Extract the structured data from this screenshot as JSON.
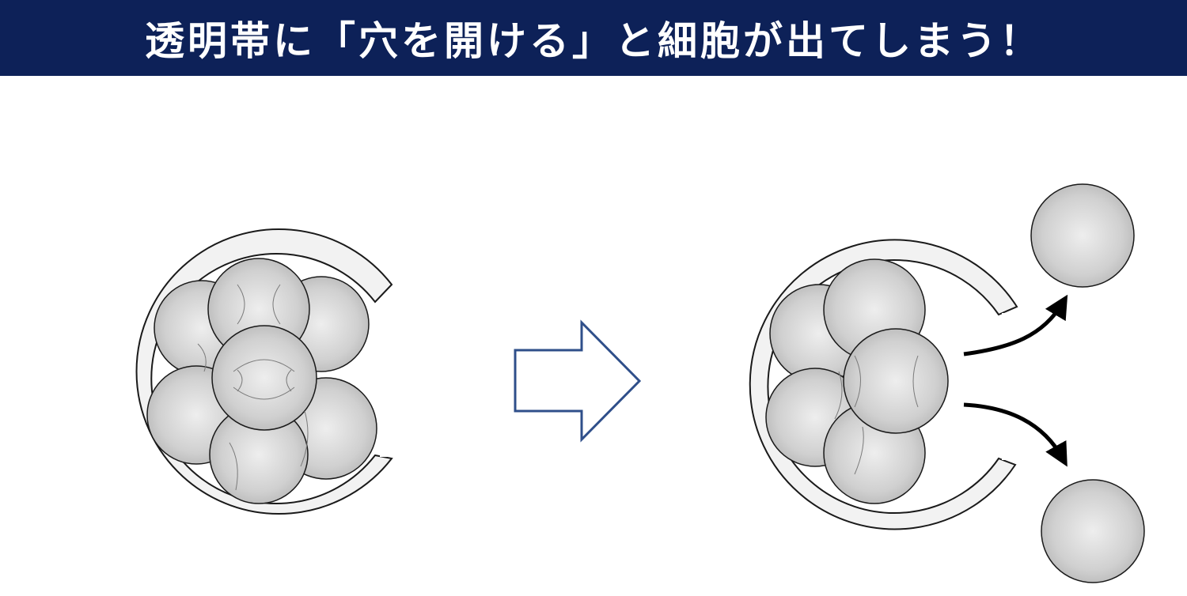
{
  "header": {
    "title": "透明帯に「穴を開ける」と細胞が出てしまう！"
  },
  "colors": {
    "header_bg": "#0d2158",
    "header_text": "#ffffff",
    "arrow_outline": "#2f4f8a",
    "cell_fill_center": "#ececec",
    "cell_fill_edge": "#b4b4b4",
    "zona_fill": "#f2f2f2",
    "stroke": "#1a1a1a"
  },
  "diagram": {
    "before": {
      "label": "embryo-with-hatched-zona",
      "cell_count": 7
    },
    "transition_icon": "right-arrow-outline-icon",
    "after": {
      "label": "embryo-cells-escaping",
      "inner_cell_count": 5,
      "escaped_cell_count": 2
    }
  }
}
